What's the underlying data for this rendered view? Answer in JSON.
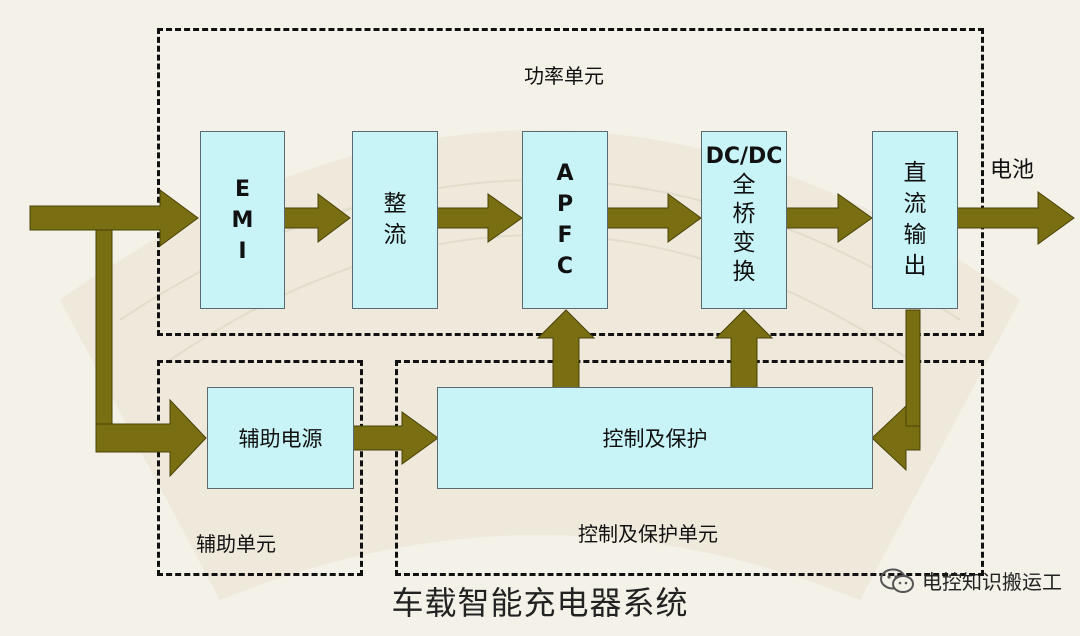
{
  "regions": {
    "power_unit": "功率单元",
    "aux_unit": "辅助单元",
    "control_unit": "控制及保护单元"
  },
  "blocks": {
    "emi": [
      "E",
      "M",
      "I"
    ],
    "rectifier": [
      "整",
      "流"
    ],
    "apfc": [
      "A",
      "P",
      "F",
      "C"
    ],
    "dcdc_top": "DC/DC",
    "dcdc": [
      "全",
      "桥",
      "变",
      "换"
    ],
    "dc_output": [
      "直",
      "流",
      "输",
      "出"
    ],
    "aux_power": "辅助电源",
    "control": "控制及保护"
  },
  "output_label": "电池",
  "title": "车载智能充电器系统",
  "watermark": "电控知识搬运工",
  "colors": {
    "arrow": "#7a6e12",
    "box_fill": "#c8f4f8",
    "background": "#f4f1e8"
  }
}
